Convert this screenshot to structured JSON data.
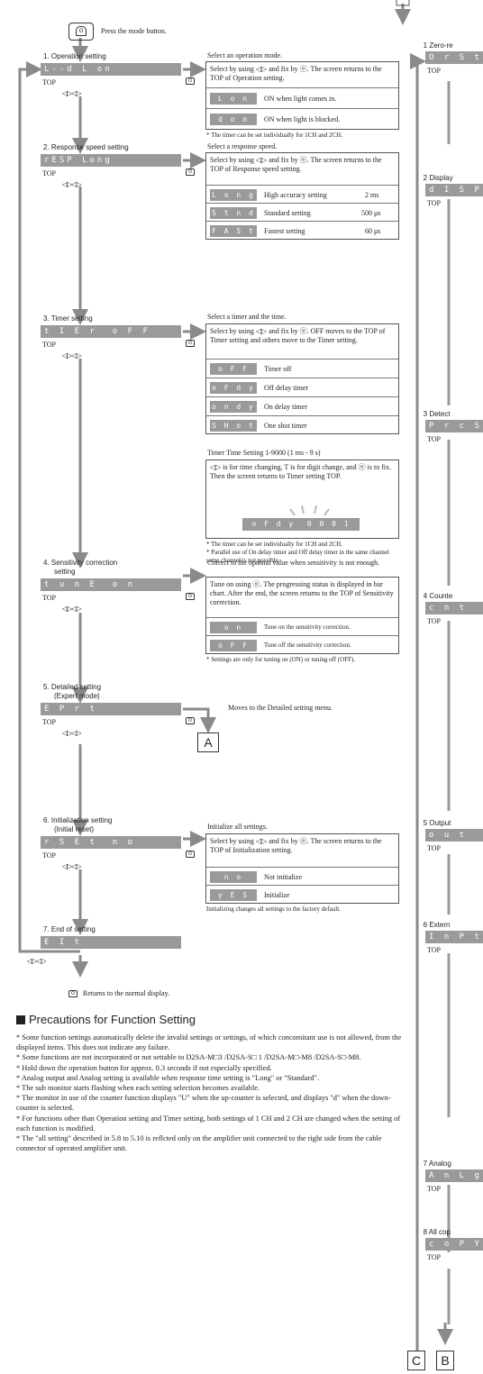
{
  "intro": {
    "mode_button_text": "Press the mode button."
  },
  "top_label": "TOP",
  "sections": [
    {
      "title": "1. Operation setting",
      "display": "L--d L on",
      "desc": "Select an operation mode.",
      "box_text": "Select by using ◁▷ and fix by ⓞ. The screen returns to the TOP of Operation setting.",
      "options": [
        {
          "code": "L o n",
          "text": "ON when light comes in.",
          "value": ""
        },
        {
          "code": "d o n",
          "text": "ON when light is blocked.",
          "value": ""
        }
      ],
      "notes": [
        "* The timer can be set individually for 1CH and 2CH."
      ]
    },
    {
      "title": "2. Response speed setting",
      "display": "rESP Long",
      "desc": "Select a response speed.",
      "box_text": "Select by using ◁▷ and fix by ⓞ. The screen returns to the TOP of Response speed setting.",
      "options": [
        {
          "code": "L o n g",
          "text": "High accuracy setting",
          "value": "2 ms"
        },
        {
          "code": "S t n d",
          "text": "Standard setting",
          "value": "500 μs"
        },
        {
          "code": "F A S t",
          "text": "Fastest setting",
          "value": "60 μs"
        }
      ],
      "notes": []
    },
    {
      "title": "3. Timer setting",
      "display": "t I E r  o F F",
      "desc": "Select a timer and the time.",
      "box_text": "Select by using ◁▷ and fix by ⓞ. OFF moves to the TOP of Timer setting and others move to the Timer setting.",
      "options": [
        {
          "code": "o F F",
          "text": "Timer off",
          "value": ""
        },
        {
          "code": "o F d y",
          "text": "Off delay timer",
          "value": ""
        },
        {
          "code": "o n d y",
          "text": "On delay timer",
          "value": ""
        },
        {
          "code": "S H o t",
          "text": "One shot timer",
          "value": ""
        }
      ],
      "notes": []
    },
    {
      "title": "4. Sensitivity correction",
      "title2": "setting",
      "display": "t u n E  o n",
      "desc": "Correct to the optimal value when sensitivity is not enough.",
      "box_text": "Tune on using ⓞ. The progressing status is displayed in bar chart. After the end, the screen returns to the TOP of Sensitivity correction.",
      "options": [
        {
          "code": "o n",
          "text": "Tune on the sensitivity correction.",
          "value": ""
        },
        {
          "code": "o F F",
          "text": "Tune off the sensitivity correction.",
          "value": ""
        }
      ],
      "notes": [
        "* Settings are only for tuning on (ON) or tuning off (OFF)."
      ]
    },
    {
      "title": "5. Detailed setting",
      "title2": "(Expert mode)",
      "display": "E P r t",
      "desc": "Moves to the Detailed setting menu.",
      "goto": "A"
    },
    {
      "title": "6. Initialization setting",
      "title2": "(Initial reset)",
      "display": "r S E t  n o",
      "desc": "Initialize all settings.",
      "box_text": "Select by using ◁▷ and fix by ⓞ. The screen returns to the TOP of Initialization setting.",
      "options": [
        {
          "code": "n o",
          "text": "Not initialize",
          "value": ""
        },
        {
          "code": "y E S",
          "text": "Initialize",
          "value": ""
        }
      ],
      "notes": [
        "Initializing changes all settings to the factory default."
      ]
    },
    {
      "title": "7. End of setting",
      "display": "E I t"
    }
  ],
  "timer_time": {
    "title": "Timer Time Setting   1-9000 (1 ms - 9 s)",
    "text": "◁▷ is for time changing, T is for digit change, and ⓞ is to fix. Then the screen returns to Timer setting TOP.",
    "display": "o F d y  0 0 0 1",
    "notes": [
      "* The timer can be set individually for 1CH and 2CH.",
      "* Parallel use of On delay timer and Off delay timer in the same channel same channel is not possible."
    ]
  },
  "returns_text": "Returns to the normal display.",
  "precautions": {
    "heading": "Precautions for Function Setting",
    "items": [
      "* Some function settings automatically delete the invalid settings or settings, of which concomitant use is not allowed, from the displayed items. This does not indicate any failure.",
      "* Some functions are not incorporated or not settable to D2SA-M□3 /D2SA-S□ 1 /D2SA-M□-M8 /D2SA-S□-M8.",
      "* Hold down the operation button for approx. 0.3 seconds if not especially specified.",
      "* Analog output and Analog setting is available when response time setting is \"Long\" or \"Standard\".",
      "* The sub monitor starts flashing when each setting selection becomes available.",
      "* The monitor in use of the counter function displays \"U\" when the up-counter is selected, and displays \"d\" when the down-counter is selected.",
      "* For functions other than Operation setting and Timer setting, both settings of 1 CH and 2 CH are changed when the setting of each function is modified.",
      "* The \"all setting\" described in 5.8 to 5.10 is reflcted only on the amplifier unit connected to the right side from the cable connector of operated amplifier unit."
    ]
  },
  "right_column": [
    {
      "title": "5.1 Zero-re",
      "display": "O r S t"
    },
    {
      "title": "5.2 Display",
      "display": "d I S P"
    },
    {
      "title": "5.3 Detect",
      "display": "P r c S"
    },
    {
      "title": "5.4 Counte",
      "display": "c n t"
    },
    {
      "title": "5.5 Output",
      "display": "o u t"
    },
    {
      "title": "5.6 Extern",
      "display": "I n P t"
    },
    {
      "title": "5.7 Analog",
      "display": "A n L g"
    },
    {
      "title": "5.8 All cop",
      "display": "c o P Y"
    }
  ],
  "corner_letters": {
    "left": "C",
    "right": "B"
  },
  "colors": {
    "lcd": "#9a9a9a",
    "arrow": "#8a8a8a"
  }
}
